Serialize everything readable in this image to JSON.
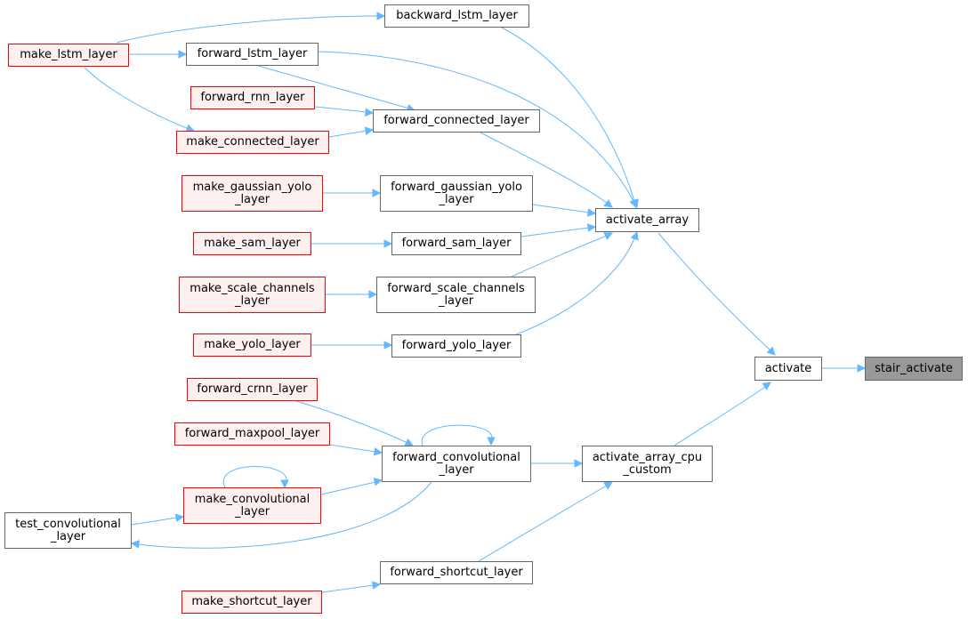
{
  "graph": {
    "nodes": {
      "backward_lstm_layer": [
        "backward_lstm_layer"
      ],
      "make_lstm_layer": [
        "make_lstm_layer"
      ],
      "forward_lstm_layer": [
        "forward_lstm_layer"
      ],
      "forward_rnn_layer": [
        "forward_rnn_layer"
      ],
      "forward_connected_layer": [
        "forward_connected_layer"
      ],
      "make_connected_layer": [
        "make_connected_layer"
      ],
      "make_gaussian_yolo_layer": [
        "make_gaussian_yolo",
        "_layer"
      ],
      "forward_gaussian_yolo_layer": [
        "forward_gaussian_yolo",
        "_layer"
      ],
      "activate_array": [
        "activate_array"
      ],
      "make_sam_layer": [
        "make_sam_layer"
      ],
      "forward_sam_layer": [
        "forward_sam_layer"
      ],
      "make_scale_channels_layer": [
        "make_scale_channels",
        "_layer"
      ],
      "forward_scale_channels_layer": [
        "forward_scale_channels",
        "_layer"
      ],
      "make_yolo_layer": [
        "make_yolo_layer"
      ],
      "forward_yolo_layer": [
        "forward_yolo_layer"
      ],
      "activate": [
        "activate"
      ],
      "stair_activate": [
        "stair_activate"
      ],
      "forward_crnn_layer": [
        "forward_crnn_layer"
      ],
      "forward_maxpool_layer": [
        "forward_maxpool_layer"
      ],
      "forward_convolutional_layer": [
        "forward_convolutional",
        "_layer"
      ],
      "activate_array_cpu_custom": [
        "activate_array_cpu",
        "_custom"
      ],
      "make_convolutional_layer": [
        "make_convolutional",
        "_layer"
      ],
      "test_convolutional_layer": [
        "test_convolutional",
        "_layer"
      ],
      "forward_shortcut_layer": [
        "forward_shortcut_layer"
      ],
      "make_shortcut_layer": [
        "make_shortcut_layer"
      ]
    },
    "colors": {
      "edge": "#63b8ff",
      "node_border": "#666666",
      "node_fill": "#ffffff",
      "unresolved_border": "#ff0000",
      "unresolved_fill": "#fff0f0",
      "current_fill": "#999999"
    }
  }
}
